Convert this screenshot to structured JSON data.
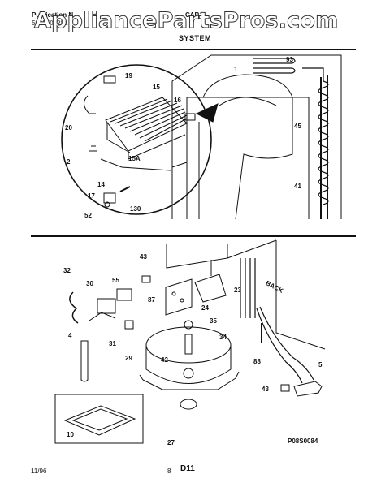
{
  "header": {
    "publication_label": "Publication N",
    "publication_number": "5995400281",
    "model_prefix": "CAR1",
    "section_title": "SYSTEM"
  },
  "watermark": "AppliancePartsPros.com",
  "top_callouts": [
    "93",
    "1",
    "45",
    "41",
    "19",
    "15",
    "16",
    "20",
    "15A",
    "2",
    "14",
    "17",
    "130",
    "52"
  ],
  "bottom_callouts": [
    "43",
    "32",
    "55",
    "30",
    "87",
    "24",
    "23",
    "4",
    "35",
    "34",
    "31",
    "42",
    "29",
    "88",
    "5",
    "43",
    "10",
    "27"
  ],
  "back_label": "BACK",
  "diagram_code": "P08S0084",
  "footer": {
    "date": "11/96",
    "page": "8",
    "section": "D11"
  },
  "colors": {
    "ink": "#111111",
    "paper": "#ffffff"
  }
}
